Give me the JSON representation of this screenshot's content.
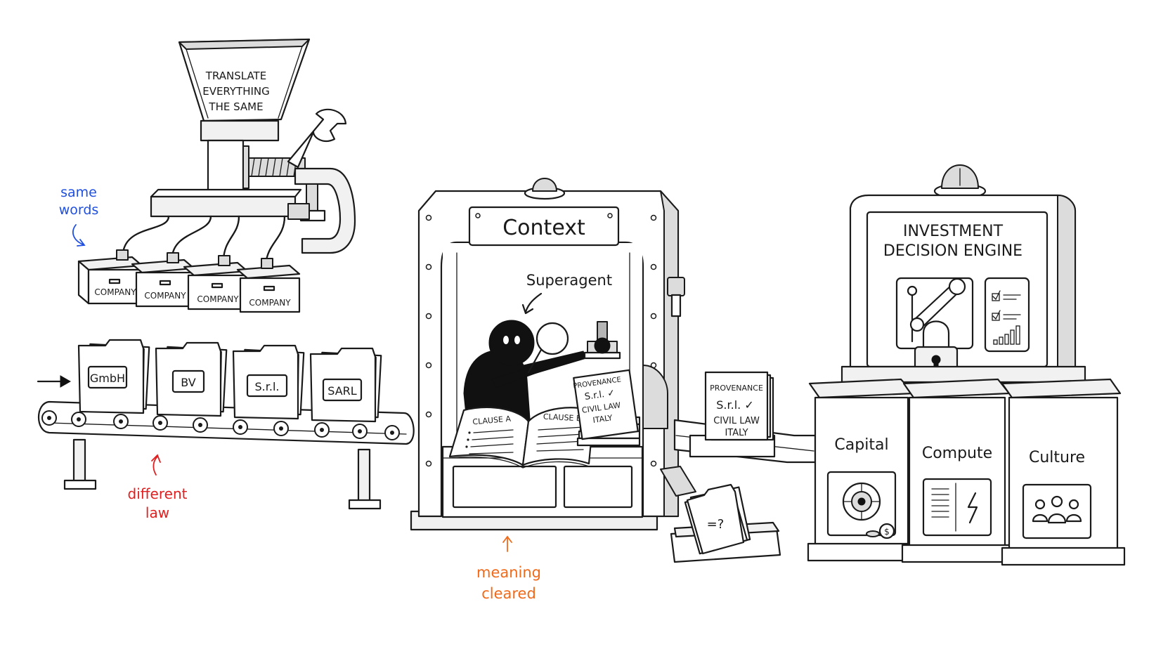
{
  "hopper": {
    "line1": "TRANSLATE",
    "line2": "EVERYTHING",
    "line3": "THE SAME"
  },
  "boxes": [
    "COMPANY",
    "COMPANY",
    "COMPANY",
    "COMPANY"
  ],
  "folders": [
    "GmbH",
    "BV",
    "S.r.l.",
    "SARL"
  ],
  "context_machine": {
    "sign": "Context",
    "agent_label": "Superagent",
    "book_left": "CLAUSE A",
    "book_right": "CLAUSE B",
    "card": {
      "line1": "PROVENANCE",
      "line2": "S.r.l. ✓",
      "line3": "CIVIL LAW",
      "line4": "ITALY"
    }
  },
  "output_card": {
    "line1": "PROVENANCE",
    "line2": "S.r.l. ✓",
    "line3": "CIVIL LAW",
    "line4": "ITALY"
  },
  "reject_folder": "=?",
  "engine": {
    "line1": "INVESTMENT",
    "line2": "DECISION ENGINE"
  },
  "pillars": [
    "Capital",
    "Compute",
    "Culture"
  ],
  "annotations": {
    "same_words": [
      "same",
      "words"
    ],
    "different_law": [
      "different",
      "law"
    ],
    "meaning_cleared": [
      "meaning",
      "cleared"
    ]
  },
  "colors": {
    "ink": "#1a1a1a",
    "same_words": "#1f4fe0",
    "different_law": "#e02020",
    "meaning_cleared": "#f06a1a"
  }
}
